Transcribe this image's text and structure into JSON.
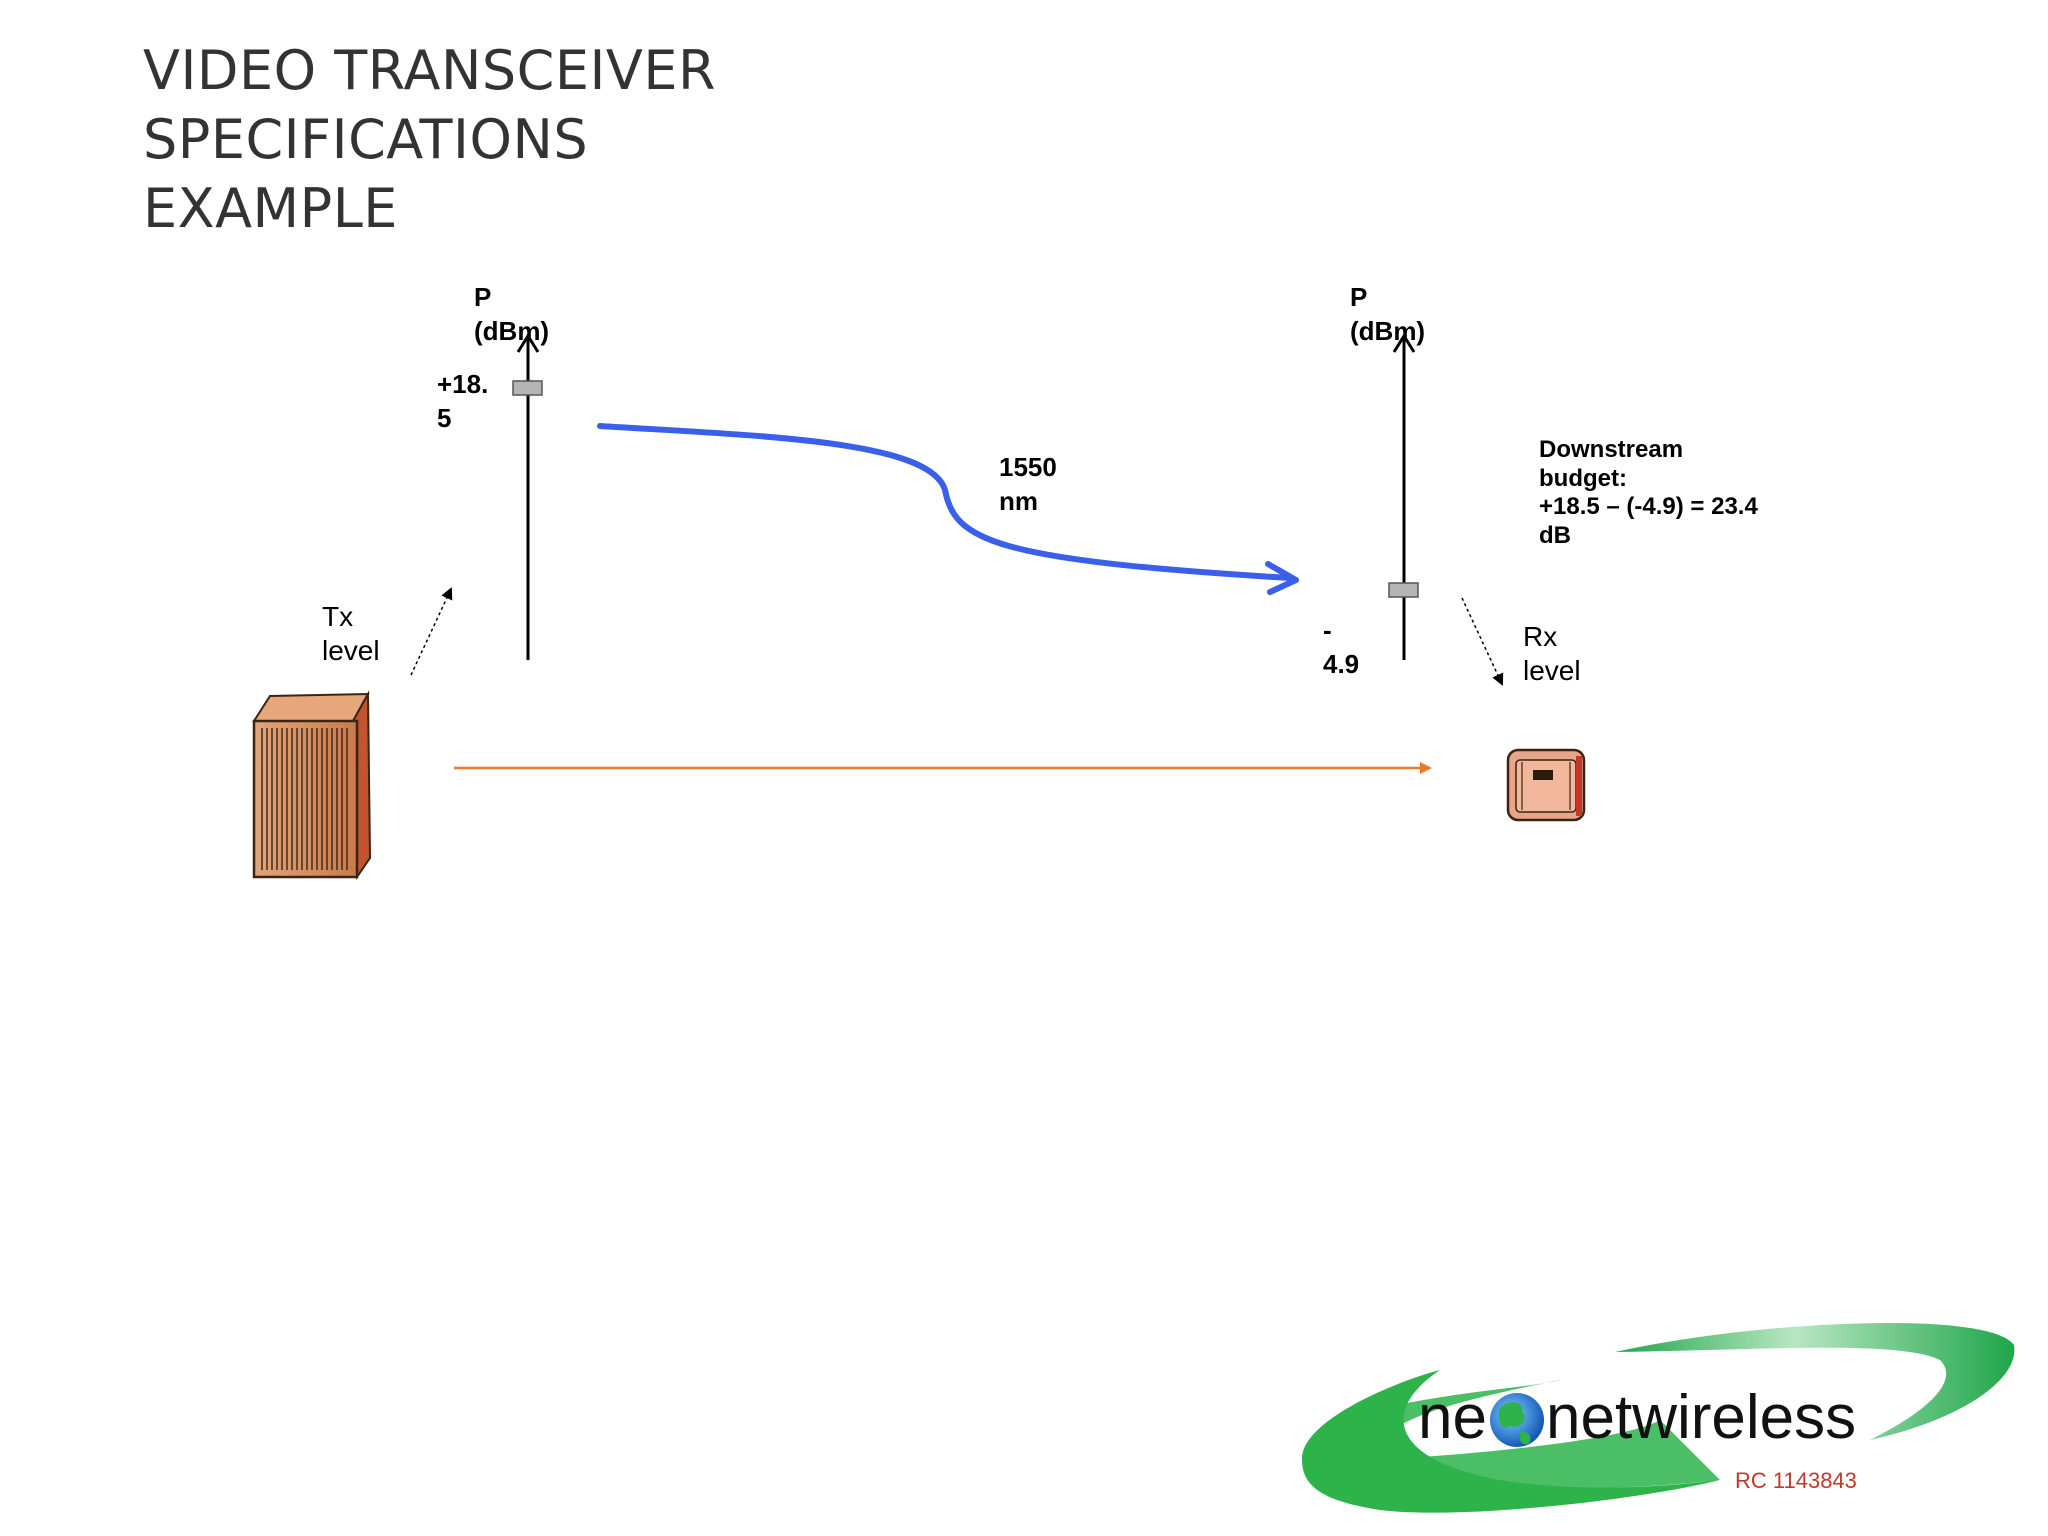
{
  "slide": {
    "title_lines": [
      "VIDEO TRANSCEIVER",
      "SPECIFICATIONS",
      "EXAMPLE"
    ]
  },
  "tx_axis": {
    "unit_line1": "P",
    "unit_line2": "(dBm)",
    "value_line1": "+18.",
    "value_line2": "5"
  },
  "rx_axis": {
    "unit_line1": "P",
    "unit_line2": "(dBm)",
    "value_line1": "-",
    "value_line2": "4.9"
  },
  "wavelength": {
    "line1": "1550",
    "line2": "nm"
  },
  "budget": {
    "line1": "Downstream",
    "line2": "budget:",
    "line3": "+18.5 – (-4.9) = 23.4",
    "line4": "dB"
  },
  "tx_label": {
    "line1": "Tx",
    "line2": "level"
  },
  "rx_label": {
    "line1": "Rx",
    "line2": "level"
  },
  "logo": {
    "text_left": "ne",
    "text_right": "netwireless",
    "registration": "RC 1143843"
  },
  "colors": {
    "signal_curve": "#3a5fe8",
    "link_arrow": "#e8782a",
    "logo_green": "#2db34a",
    "logo_red": "#c0392b",
    "device": "#d98a5a"
  }
}
